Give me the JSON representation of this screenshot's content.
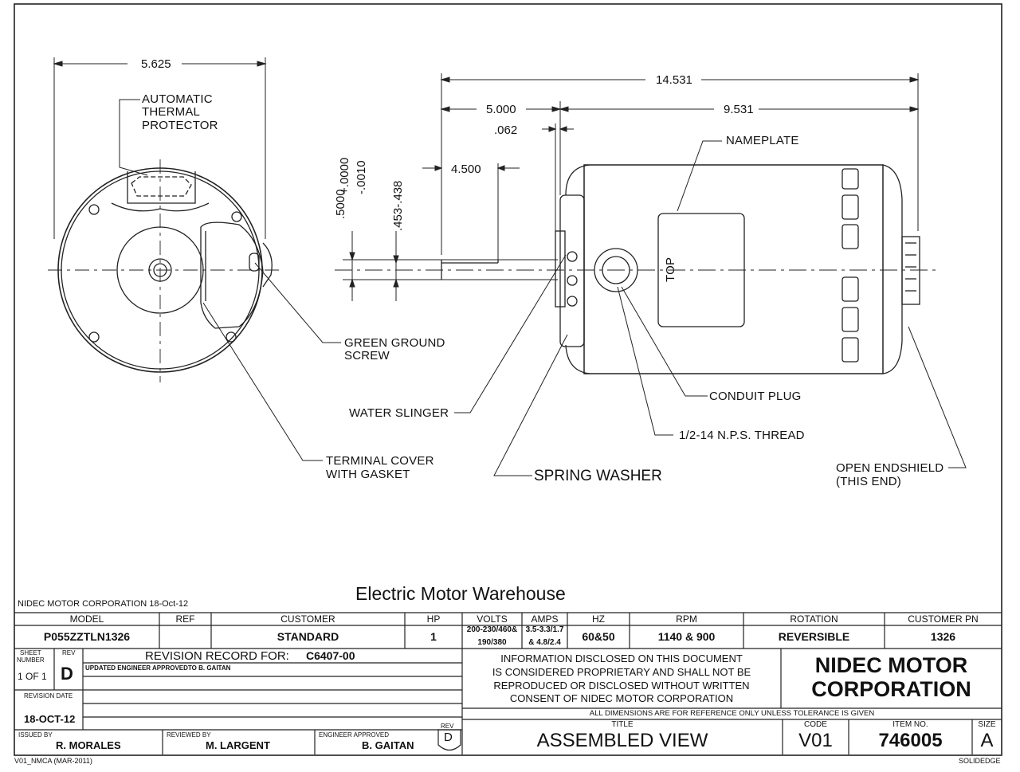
{
  "drawing": {
    "dimensions": {
      "end_width": "5.625",
      "overall_length": "14.531",
      "shaft_to_face": "5.000",
      "body_length": "9.531",
      "face_offset": ".062",
      "flat_length": "4.500",
      "shaft_dia": ".5000",
      "shaft_tol_plus": "+.0000",
      "shaft_tol_minus": "-.0010",
      "flat_depth": ".453-.438"
    },
    "callouts": {
      "thermal_protector": [
        "AUTOMATIC",
        "THERMAL",
        "PROTECTOR"
      ],
      "nameplate": "NAMEPLATE",
      "top": "TOP",
      "green_ground_screw": [
        "GREEN GROUND",
        "SCREW"
      ],
      "water_slinger": "WATER SLINGER",
      "terminal_cover": [
        "TERMINAL COVER",
        "WITH GASKET"
      ],
      "spring_washer": "SPRING WASHER",
      "conduit_plug": "CONDUIT PLUG",
      "nps_thread": "1/2-14 N.P.S. THREAD",
      "open_endshield": [
        "OPEN ENDSHIELD",
        "(THIS END)"
      ]
    }
  },
  "watermark": "Electric Motor Warehouse",
  "title_block": {
    "header_note": "NIDEC MOTOR CORPORATION 18-Oct-12",
    "columns": {
      "model": "MODEL",
      "ref": "REF",
      "customer": "CUSTOMER",
      "hp": "HP",
      "volts": "VOLTS",
      "amps": "AMPS",
      "hz": "HZ",
      "rpm": "RPM",
      "rotation": "ROTATION",
      "customer_pn": "CUSTOMER PN"
    },
    "values": {
      "model": "P055ZZTLN1326",
      "ref": "",
      "customer": "STANDARD",
      "hp": "1",
      "volts_1": "200-230/460&",
      "volts_2": "190/380",
      "amps_1": "3.5-3.3/1.7",
      "amps_2": "& 4.8/2.4",
      "hz": "60&50",
      "rpm": "1140 & 900",
      "rotation": "REVERSIBLE",
      "customer_pn": "1326"
    },
    "sheet": {
      "sheet_number_label_1": "SHEET",
      "sheet_number_label_2": "NUMBER",
      "sheet_of": "1 OF 1",
      "rev_label": "REV",
      "rev": "D",
      "revision_date_label": "REVISION DATE",
      "revision_date": "18-OCT-12"
    },
    "revision": {
      "record_label": "REVISION RECORD FOR:",
      "record_value": "C6407-00",
      "note": "UPDATED ENGINEER APPROVEDTO B. GAITAN"
    },
    "disclaimer": [
      "INFORMATION DISCLOSED ON THIS DOCUMENT",
      "IS CONSIDERED PROPRIETARY AND SHALL NOT BE",
      "REPRODUCED OR DISCLOSED WITHOUT WRITTEN",
      "CONSENT OF NIDEC MOTOR CORPORATION"
    ],
    "company": [
      "NIDEC MOTOR",
      "CORPORATION"
    ],
    "dims_note": "ALL DIMENSIONS ARE FOR REFERENCE ONLY UNLESS TOLERANCE IS GIVEN",
    "people": {
      "issued_by_label": "ISSUED BY",
      "issued_by": "R. MORALES",
      "reviewed_by_label": "REVIEWED BY",
      "reviewed_by": "M. LARGENT",
      "engineer_label": "ENGINEER APPROVED",
      "engineer": "B. GAITAN",
      "rev_label": "REV",
      "rev": "D"
    },
    "title_label": "TITLE",
    "title": "ASSEMBLED VIEW",
    "code_label": "CODE",
    "code": "V01",
    "item_label": "ITEM NO.",
    "item": "746005",
    "size_label": "SIZE",
    "size": "A",
    "footer_left": "V01_NMCA (MAR-2011)",
    "footer_right": "SOLIDEDGE"
  }
}
